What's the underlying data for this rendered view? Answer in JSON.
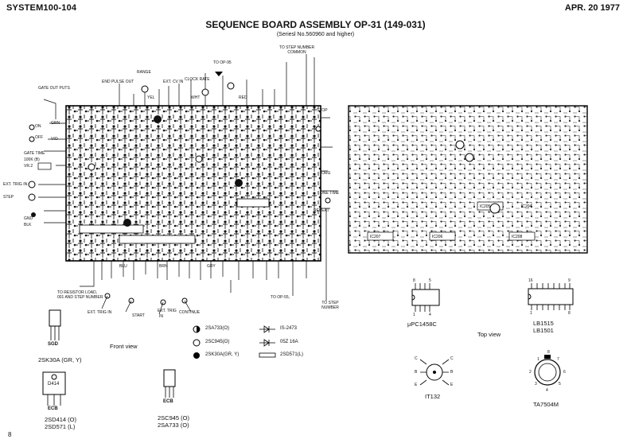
{
  "header": {
    "doc_id": "SYSTEM100-104",
    "date": "APR. 20 1977"
  },
  "title": "SEQUENCE BOARD ASSEMBLY OP-31 (149-031)",
  "subtitle": "(Seriesl No.560960 and higher)",
  "page_number": "8",
  "views": {
    "front": "Front view",
    "top": "Top view"
  },
  "connector_labels": {
    "gate_out_puts": "GATE OUT PUTS",
    "on": "ON",
    "off": "OFF",
    "gate_time": "GATE TIME",
    "gate_time_val": "100K (B)",
    "vr2": "VR.2",
    "ext_trig_in": "EXT. TRIG IN",
    "step": "STEP",
    "gnd": "GND",
    "blk": "BLK",
    "range": "RANGE",
    "end_pulse_out": "END PULSE OUT",
    "ext_cv_in": "EXT. CV IN",
    "clock_rate": "CLOCK RATE",
    "to_op95": "TO OP-95",
    "to_step_number_common": "TO STEP NUMBER COMMON",
    "stop": "STOP",
    "one_time": "ONE TIME",
    "repeat": "REPEAT",
    "to_resistor": "TO RESISTOR LOAD, 001 AND STEP NUMBER",
    "to_op55": "TO OP-55,",
    "to_step_number": "TO STEP NUMBER",
    "ext_trig_in_bottom": "EXT. TRIG IN",
    "ext_trig": "EXT. TRIG",
    "start": "START",
    "continue": "CONTINUE",
    "sw_in": "IN",
    "grn": "GRN",
    "vio": "VIO",
    "red": "RED",
    "yel": "YEL",
    "wht": "WHT",
    "blu": "BLU",
    "brn": "BRN",
    "gry": "GRY",
    "org": "ORG"
  },
  "ic_labels": [
    "IC205",
    "IC204",
    "IC207",
    "IC206",
    "IC208"
  ],
  "legend": [
    {
      "symbol": "half-circle",
      "label": "2SA733(O)"
    },
    {
      "symbol": "circle",
      "label": "2SC945(O)"
    },
    {
      "symbol": "filled-circle",
      "label": "2SK30A(GR, Y)"
    },
    {
      "symbol": "diode",
      "label": "IS-2473"
    },
    {
      "symbol": "zener",
      "label": "05Z 16A"
    },
    {
      "symbol": "rect",
      "label": "2SD571(L)"
    }
  ],
  "parts": {
    "fet": {
      "pins": "SGD",
      "name": "2SK30A (GR, Y)"
    },
    "power": {
      "code": "D414",
      "pins": "ECB",
      "name1": "2SD414 (O)",
      "name2": "2SD571 (L)"
    },
    "small": {
      "pins": "ECB",
      "name1": "2SC945 (O)",
      "name2": "2SA733 (O)"
    },
    "dip8": {
      "name": "μPC1458C",
      "top_pins": [
        "8",
        "5"
      ],
      "bot_pins": [
        "1",
        "4"
      ]
    },
    "dip16": {
      "name1": "LB1515",
      "name2": "LB1501",
      "top_pins": [
        "16",
        "9"
      ],
      "bot_pins": [
        "1",
        "8"
      ]
    },
    "it132": {
      "name": "IT132",
      "left_pins": [
        "C",
        "B",
        "E"
      ],
      "right_pins": [
        "C",
        "B",
        "E"
      ]
    },
    "ta7504m": {
      "name": "TA7504M",
      "pins": [
        "1",
        "2",
        "3",
        "4",
        "5",
        "6",
        "7",
        "8"
      ]
    }
  }
}
